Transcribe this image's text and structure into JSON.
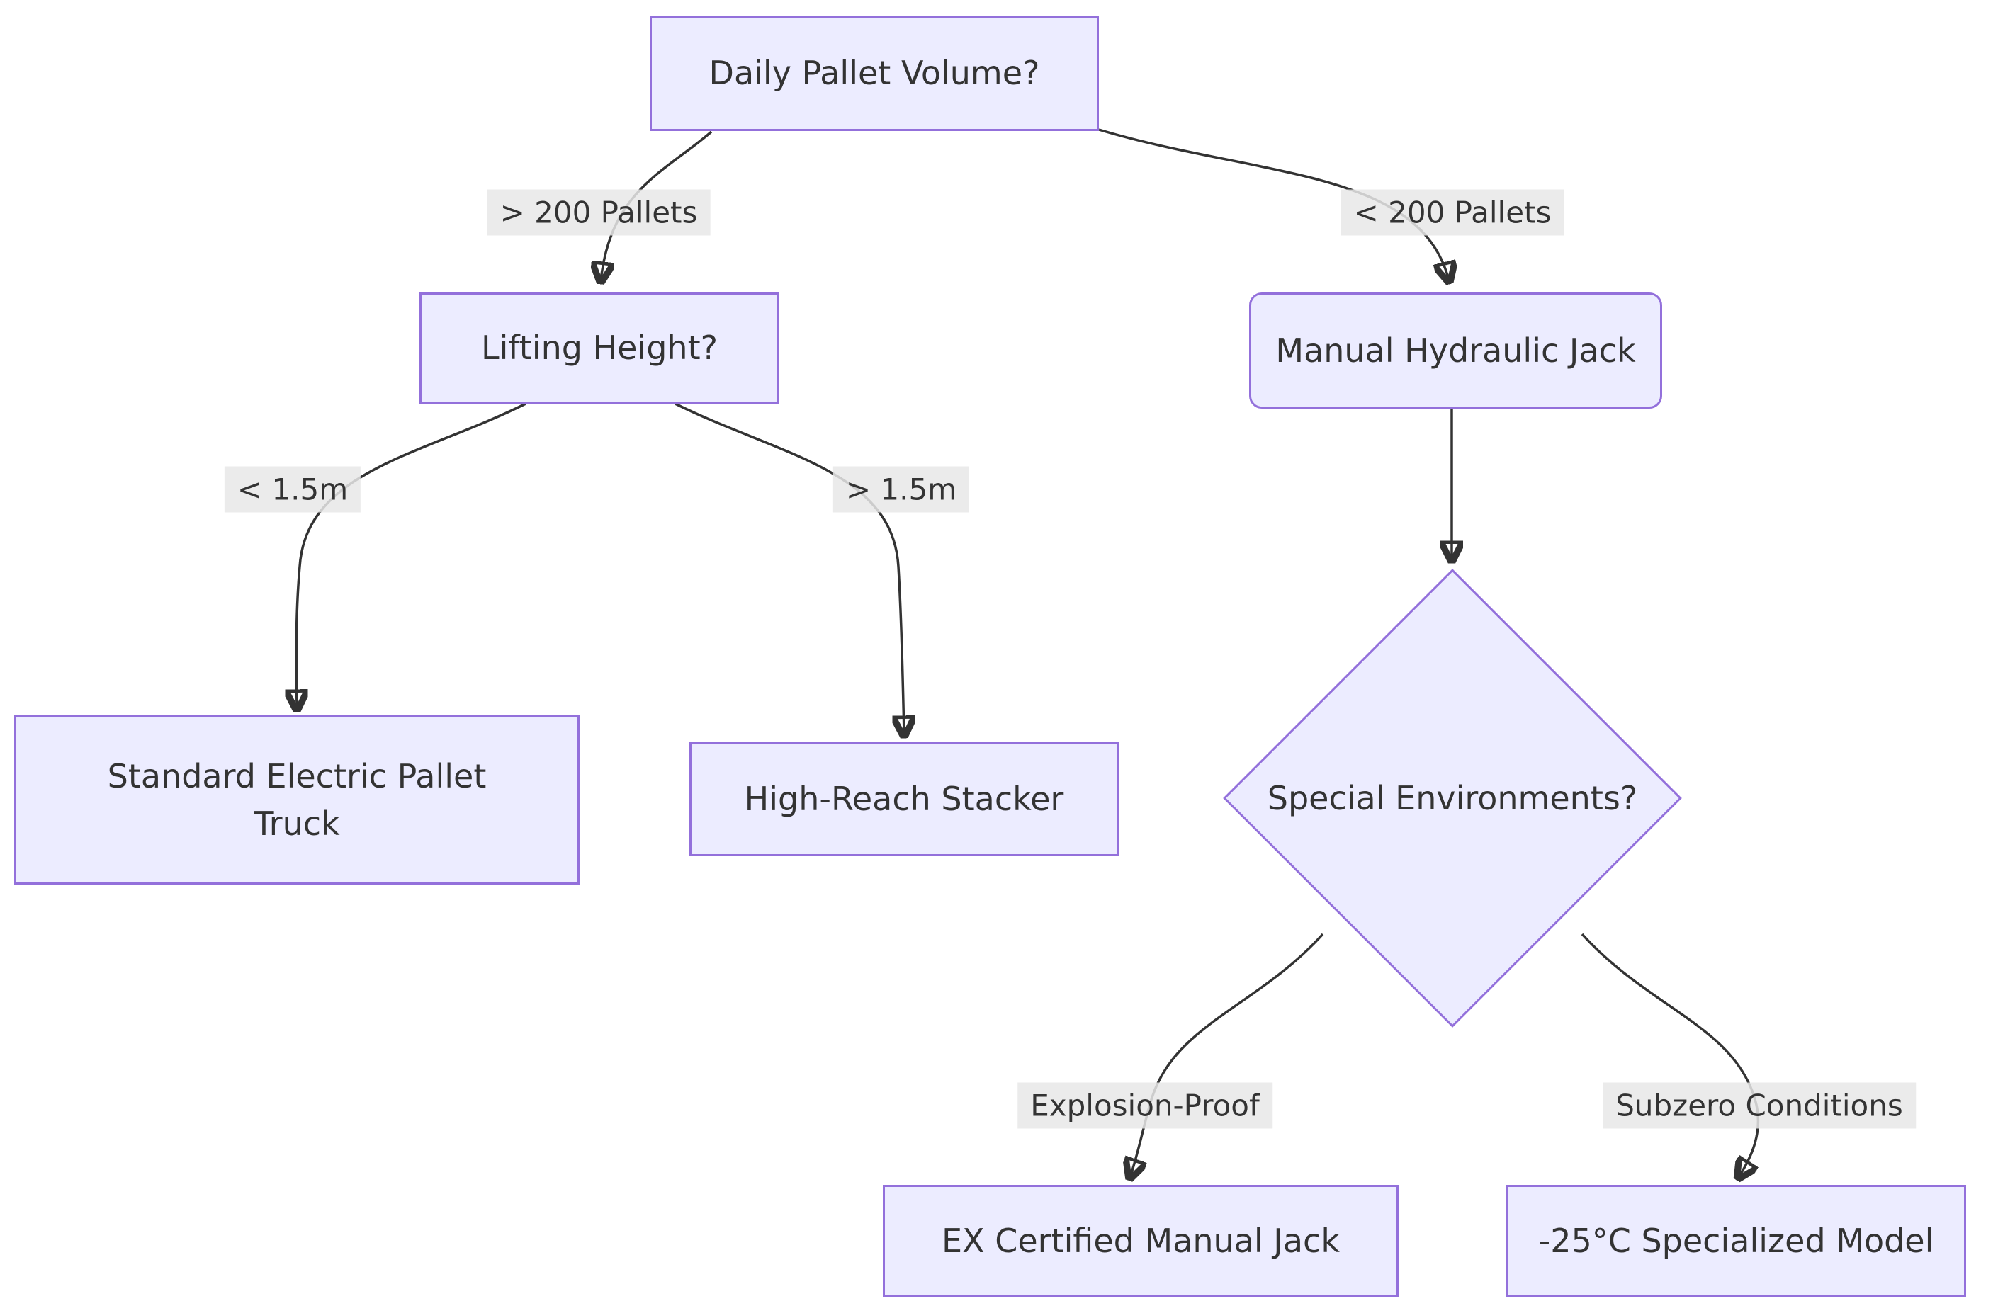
{
  "diagram": {
    "type": "flowchart",
    "background": "#ffffff",
    "colors": {
      "node_fill": "#ECECFF",
      "node_border": "#9370DB",
      "edge_stroke": "#333333",
      "text": "#333333",
      "edge_label_bg": "#e8e8e8"
    },
    "nodes": [
      {
        "id": "volume",
        "label": "Daily Pallet Volume?",
        "shape": "rect"
      },
      {
        "id": "height",
        "label": "Lifting Height?",
        "shape": "rect"
      },
      {
        "id": "manual",
        "label": "Manual Hydraulic Jack",
        "shape": "rounded-rect"
      },
      {
        "id": "standard",
        "label": "Standard Electric Pallet Truck",
        "shape": "rect"
      },
      {
        "id": "stacker",
        "label": "High-Reach Stacker",
        "shape": "rect"
      },
      {
        "id": "special",
        "label": "Special Environments?",
        "shape": "diamond"
      },
      {
        "id": "ex",
        "label": "EX Certified Manual Jack",
        "shape": "rect"
      },
      {
        "id": "subzero",
        "label": "-25°C Specialized Model",
        "shape": "rect"
      }
    ],
    "edges": [
      {
        "from": "volume",
        "to": "height",
        "label": "> 200 Pallets"
      },
      {
        "from": "volume",
        "to": "manual",
        "label": "< 200 Pallets"
      },
      {
        "from": "height",
        "to": "standard",
        "label": "< 1.5m"
      },
      {
        "from": "height",
        "to": "stacker",
        "label": "> 1.5m"
      },
      {
        "from": "manual",
        "to": "special",
        "label": ""
      },
      {
        "from": "special",
        "to": "ex",
        "label": "Explosion-Proof"
      },
      {
        "from": "special",
        "to": "subzero",
        "label": "Subzero Conditions"
      }
    ]
  }
}
